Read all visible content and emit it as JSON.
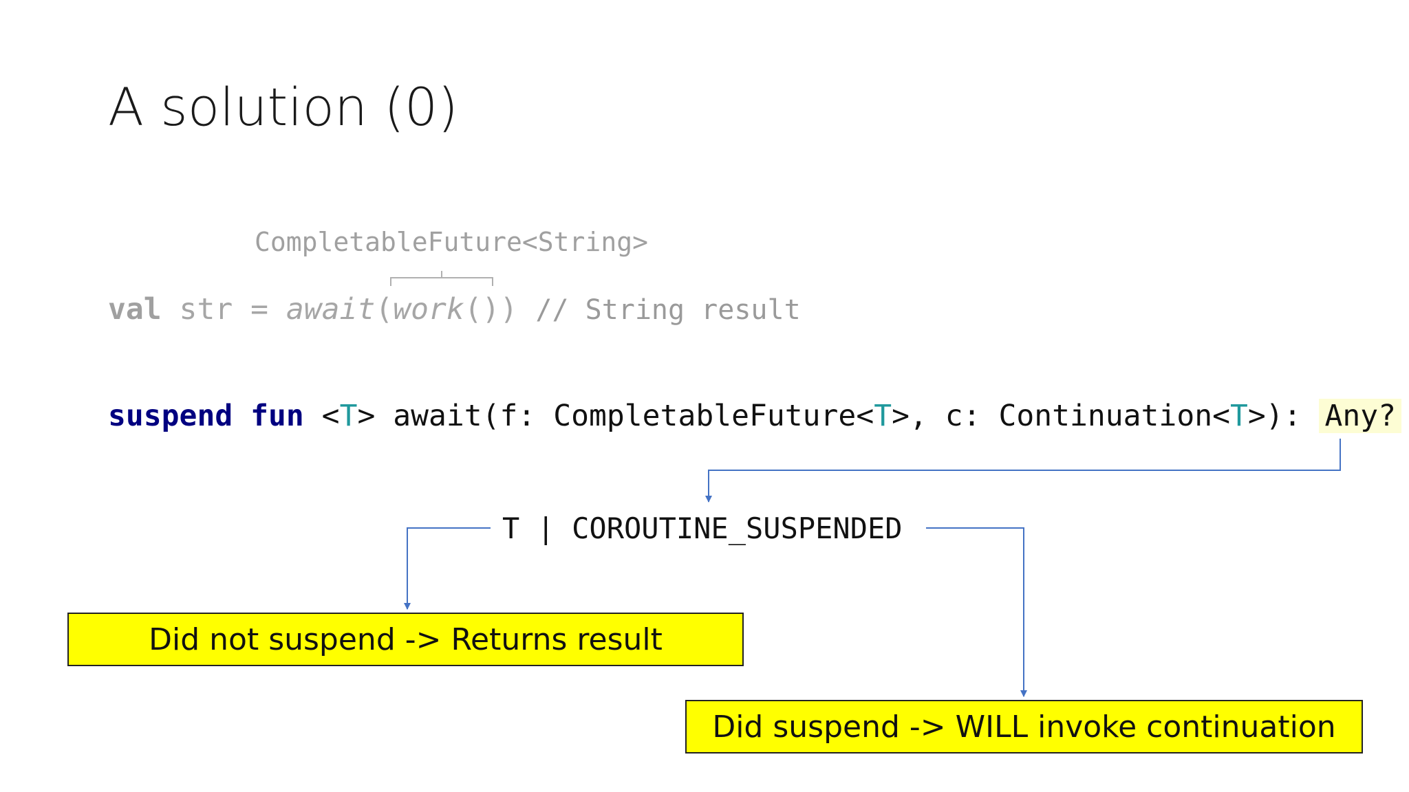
{
  "slide": {
    "title": "A solution (0)"
  },
  "code_example": {
    "type_hint": "CompletableFuture<String>",
    "line1": {
      "kw_val": "val",
      "str_assign": " str = ",
      "await_call": "await",
      "open_paren": "(",
      "work_call": "work",
      "close_parens": "()) ",
      "comment": "// String result"
    }
  },
  "signature": {
    "kw_suspend": "suspend",
    "kw_fun": " fun",
    "sep1": " <",
    "type_param_1": "T",
    "sep2": "> await(f: CompletableFuture<",
    "type_param_2": "T",
    "sep3": ">, c: Continuation<",
    "type_param_3": "T",
    "sep4": ">): ",
    "return_type": "Any?"
  },
  "return_union": {
    "text": "T | COROUTINE_SUSPENDED"
  },
  "outcomes": {
    "not_suspended": "Did not suspend -> Returns result",
    "suspended": "Did suspend -> WILL invoke continuation"
  },
  "colors": {
    "keyword_active": "#000080",
    "type_param": "#20999d",
    "dimmed_code": "#a6a6a6",
    "highlight_bg": "#fdfdd4",
    "outcome_box": "#ffff00",
    "connector": "#4472c4"
  }
}
